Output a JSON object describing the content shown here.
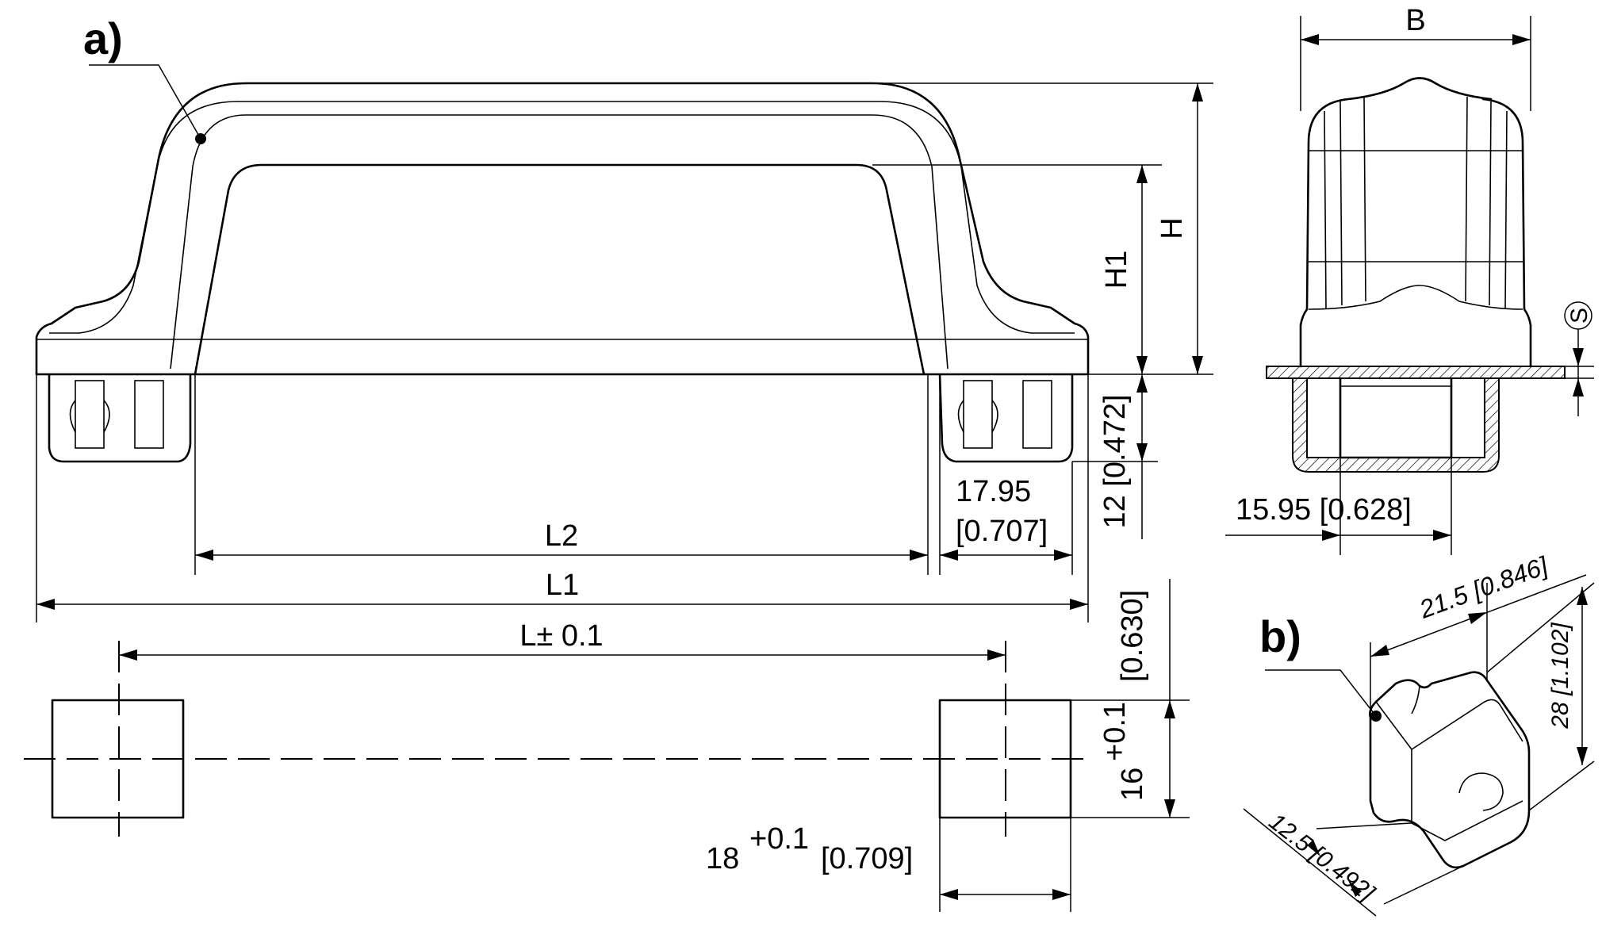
{
  "labels": {
    "a": "a)",
    "b": "b)",
    "B": "B",
    "H": "H",
    "H1": "H1",
    "L": "L± 0.1",
    "L1": "L1",
    "L2": "L2",
    "S": "S",
    "dim_12": "12 [0.472]",
    "dim_17_95_a": "17.95",
    "dim_17_95_b": "[0.707]",
    "dim_15_95": "15.95 [0.628]",
    "dim_16_base": "16",
    "dim_16_tol": "+0.1",
    "dim_16_in": "[0.630]",
    "dim_18_base": "18",
    "dim_18_tol": "+0.1",
    "dim_18_in": "[0.709]",
    "dim_21_5": "21.5 [0.846]",
    "dim_28": "28 [1.102]",
    "dim_12_5": "12.5 [0.492]"
  }
}
